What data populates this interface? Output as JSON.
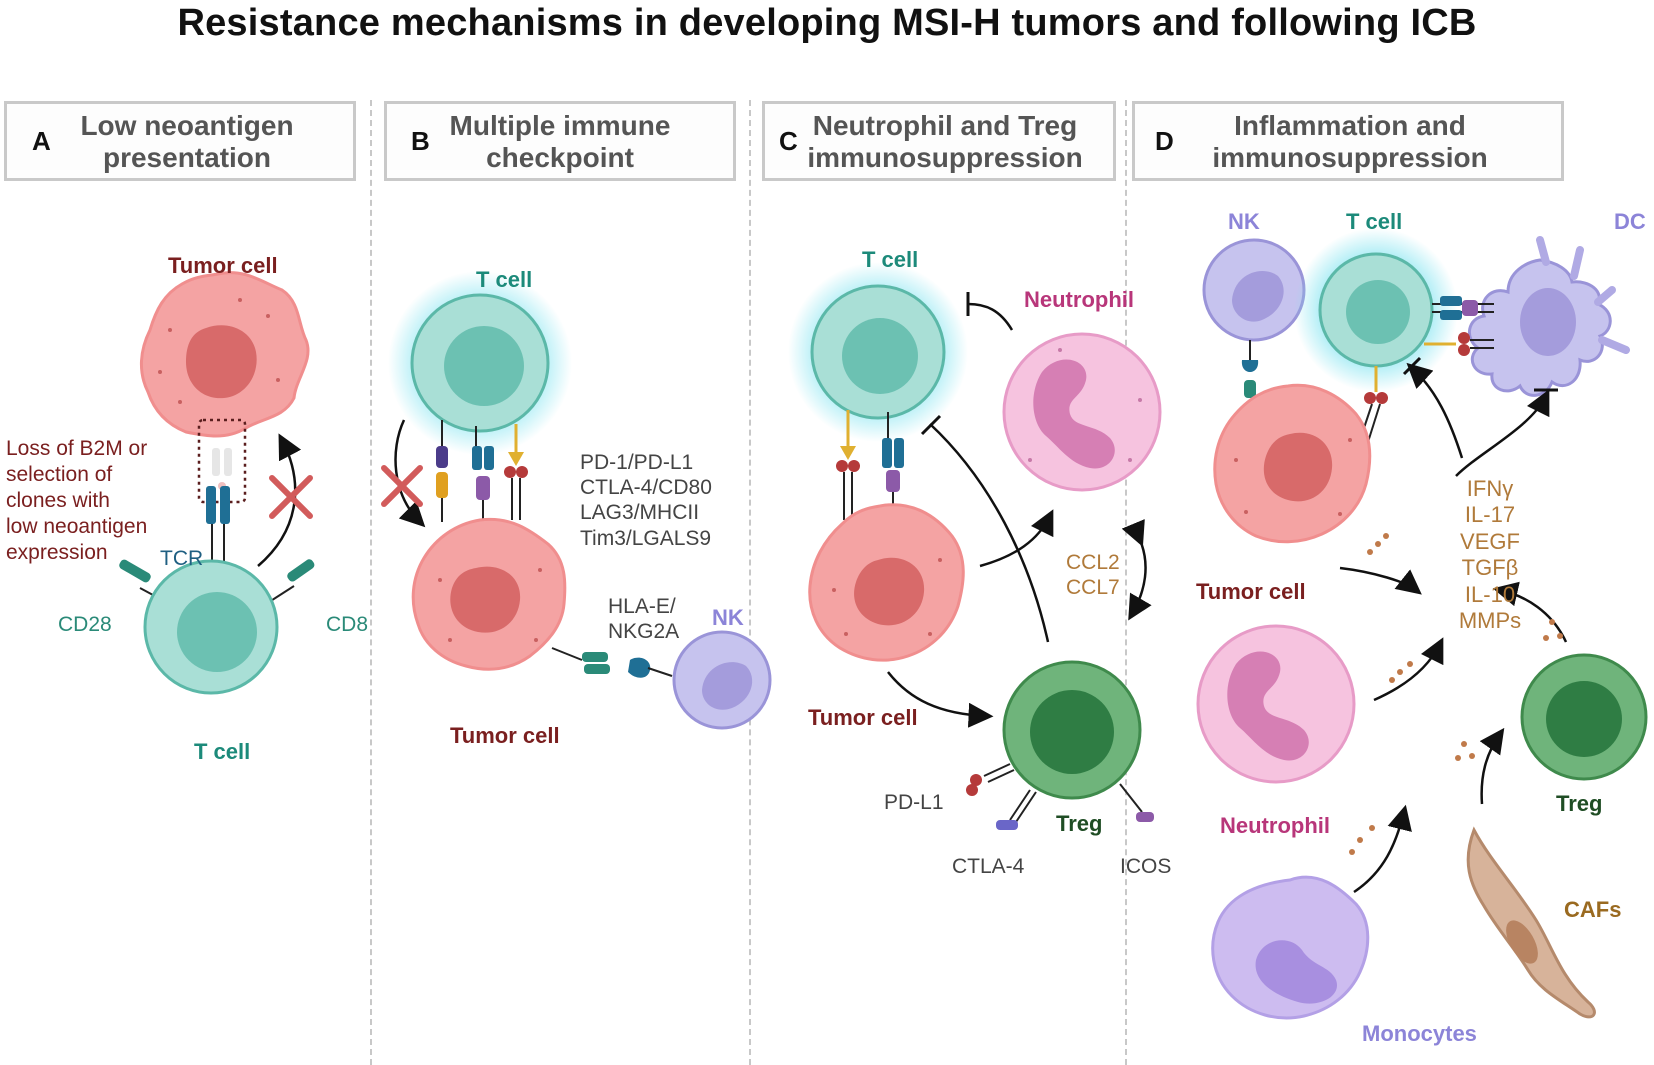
{
  "title": "Resistance mechanisms in developing MSI-H tumors and following ICB",
  "panels": [
    {
      "letter": "A",
      "heading_line1": "Low neoantigen",
      "heading_line2": "presentation"
    },
    {
      "letter": "B",
      "heading_line1": "Multiple immune",
      "heading_line2": "checkpoint"
    },
    {
      "letter": "C",
      "heading_line1": "Neutrophil and Treg",
      "heading_line2": "immunosuppression"
    },
    {
      "letter": "D",
      "heading_line1": "Inflammation and",
      "heading_line2": "immunosuppression"
    }
  ],
  "panel_a": {
    "tumor_cell": "Tumor cell",
    "t_cell": "T cell",
    "loss_note": [
      "Loss of B2M or",
      "selection of",
      "clones with",
      "low neoantigen",
      "expression"
    ],
    "tcr": "TCR",
    "cd28": "CD28",
    "cd8": "CD8"
  },
  "panel_b": {
    "t_cell": "T cell",
    "tumor_cell": "Tumor cell",
    "nk": "NK",
    "checkpoints": [
      "PD-1/PD-L1",
      "CTLA-4/CD80",
      "LAG3/MHCII",
      "Tim3/LGALS9"
    ],
    "hla": [
      "HLA-E/",
      "NKG2A"
    ]
  },
  "panel_c": {
    "t_cell": "T cell",
    "neutrophil": "Neutrophil",
    "tumor_cell": "Tumor cell",
    "treg": "Treg",
    "chemokines": [
      "CCL2",
      "CCL7"
    ],
    "pd_l1": "PD-L1",
    "ctla4": "CTLA-4",
    "icos": "ICOS"
  },
  "panel_d": {
    "nk": "NK",
    "t_cell": "T cell",
    "dc": "DC",
    "tumor_cell": "Tumor cell",
    "neutrophil": "Neutrophil",
    "treg": "Treg",
    "cafs": "CAFs",
    "monocytes": "Monocytes",
    "cytokines": [
      "IFNγ",
      "IL-17",
      "VEGF",
      "TGFβ",
      "IL-10",
      "MMPs"
    ]
  },
  "colors": {
    "tcell_fill": "#a9dfd6",
    "tcell_nucleus": "#6cc1b2",
    "tcell_glow": "#7fe3f0",
    "tumor_fill": "#f4a3a3",
    "tumor_nucleus": "#d86a6a",
    "neutrophil_fill": "#f6c3df",
    "neutrophil_nucleus": "#d67fb4",
    "treg_fill": "#6fb47b",
    "treg_nucleus": "#2f7d44",
    "nk_fill": "#c6c3ee",
    "nk_nucleus": "#a49cdc",
    "monocyte_fill": "#cdbcf0",
    "caf_fill": "#d7b39a",
    "label_tcell": "#1c8a7a",
    "label_tumor": "#7a1f1f",
    "label_neutrophil": "#b8367a",
    "label_treg": "#1f4d24",
    "label_nk": "#8c84d8",
    "label_cytokine": "#b07a3a",
    "label_cafs": "#9a6a20"
  }
}
